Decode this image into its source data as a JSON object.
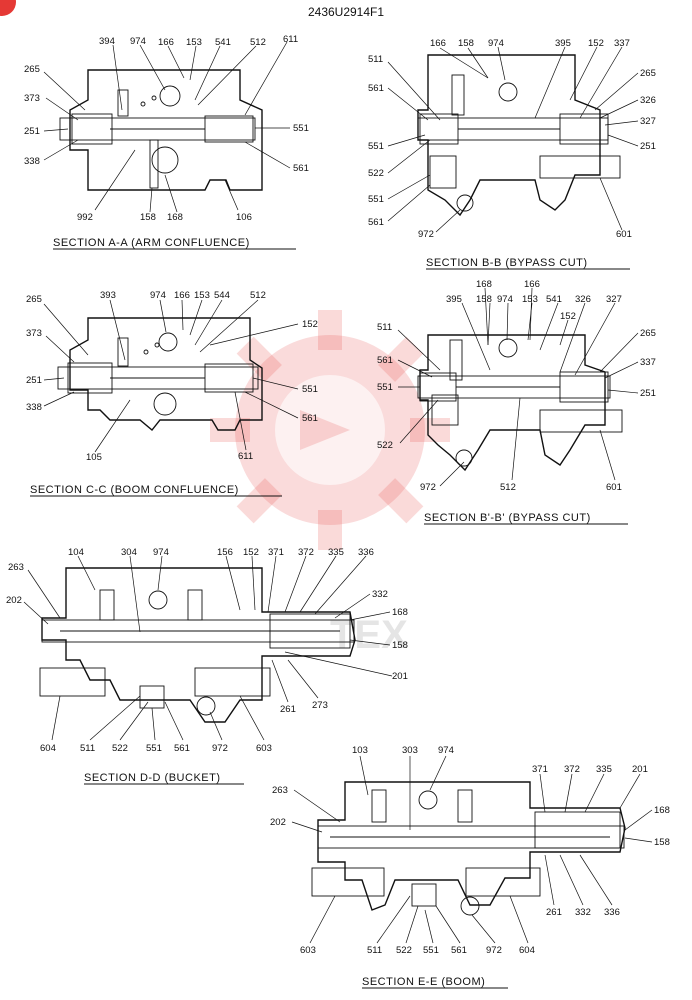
{
  "document": {
    "title": "2436U2914F1"
  },
  "sections": [
    {
      "id": "aa",
      "caption": "SECTION A-A (ARM CONFLUENCE)",
      "labels": [
        "394",
        "974",
        "166",
        "153",
        "541",
        "512",
        "611",
        "265",
        "373",
        "251",
        "338",
        "551",
        "561",
        "992",
        "158",
        "168",
        "106"
      ]
    },
    {
      "id": "bb",
      "caption": "SECTION B-B (BYPASS CUT)",
      "labels": [
        "166",
        "158",
        "974",
        "395",
        "152",
        "337",
        "511",
        "561",
        "265",
        "326",
        "327",
        "551",
        "251",
        "522",
        "551",
        "561",
        "972",
        "601"
      ]
    },
    {
      "id": "cc",
      "caption": "SECTION C-C (BOOM CONFLUENCE)",
      "labels": [
        "393",
        "974",
        "166",
        "153",
        "544",
        "512",
        "265",
        "152",
        "373",
        "251",
        "551",
        "338",
        "561",
        "105",
        "611"
      ]
    },
    {
      "id": "bb2",
      "caption": "SECTION B'-B' (BYPASS CUT)",
      "labels": [
        "168",
        "166",
        "395",
        "158",
        "974",
        "153",
        "541",
        "326",
        "327",
        "152",
        "511",
        "265",
        "561",
        "337",
        "551",
        "251",
        "522",
        "972",
        "512",
        "601"
      ]
    },
    {
      "id": "dd",
      "caption": "SECTION D-D (BUCKET)",
      "labels": [
        "104",
        "304",
        "974",
        "156",
        "152",
        "371",
        "372",
        "335",
        "336",
        "263",
        "332",
        "202",
        "168",
        "158",
        "201",
        "261",
        "273",
        "604",
        "511",
        "522",
        "551",
        "561",
        "972",
        "603"
      ]
    },
    {
      "id": "ee",
      "caption": "SECTION E-E (BOOM)",
      "labels": [
        "103",
        "303",
        "974",
        "371",
        "372",
        "335",
        "201",
        "263",
        "168",
        "202",
        "158",
        "261",
        "332",
        "336",
        "603",
        "511",
        "522",
        "551",
        "561",
        "972",
        "604"
      ]
    }
  ],
  "watermark": {
    "text": "TEX",
    "color": "#e53935"
  }
}
